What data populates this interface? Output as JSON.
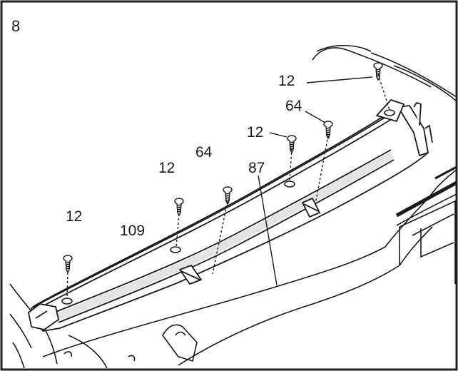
{
  "step_number": "8",
  "callouts": {
    "screw_12_a": "12",
    "screw_12_b": "12",
    "screw_12_c": "12",
    "screw_12_d": "12",
    "screw_64_a": "64",
    "screw_64_b": "64",
    "part_109": "109",
    "part_87": "87"
  },
  "colors": {
    "line": "#1a1a1a",
    "fill": "#ffffff",
    "shadow": "#d9d9d9",
    "frame": "#222222"
  }
}
